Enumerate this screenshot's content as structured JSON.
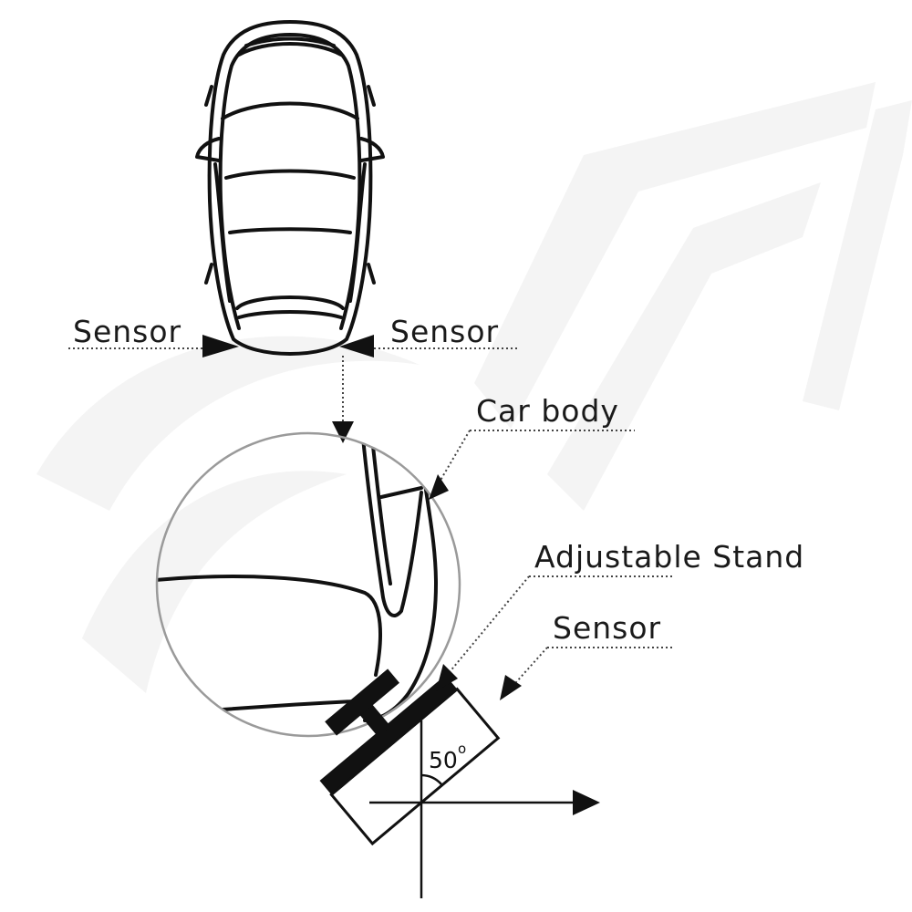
{
  "labels": {
    "sensor_left": "Sensor",
    "sensor_right": "Sensor",
    "car_body": "Car body",
    "adjustable_stand": "Adjustable Stand",
    "sensor_detail": "Sensor",
    "angle_value": "50",
    "angle_unit": "o"
  },
  "colors": {
    "line": "#111111",
    "leader": "#444444",
    "magnifier": "#9a9a9a",
    "watermark": "#f3f3f3"
  },
  "icons": {
    "arrow": "triangle-arrowhead",
    "watermark": "brand-logo-watermark"
  }
}
